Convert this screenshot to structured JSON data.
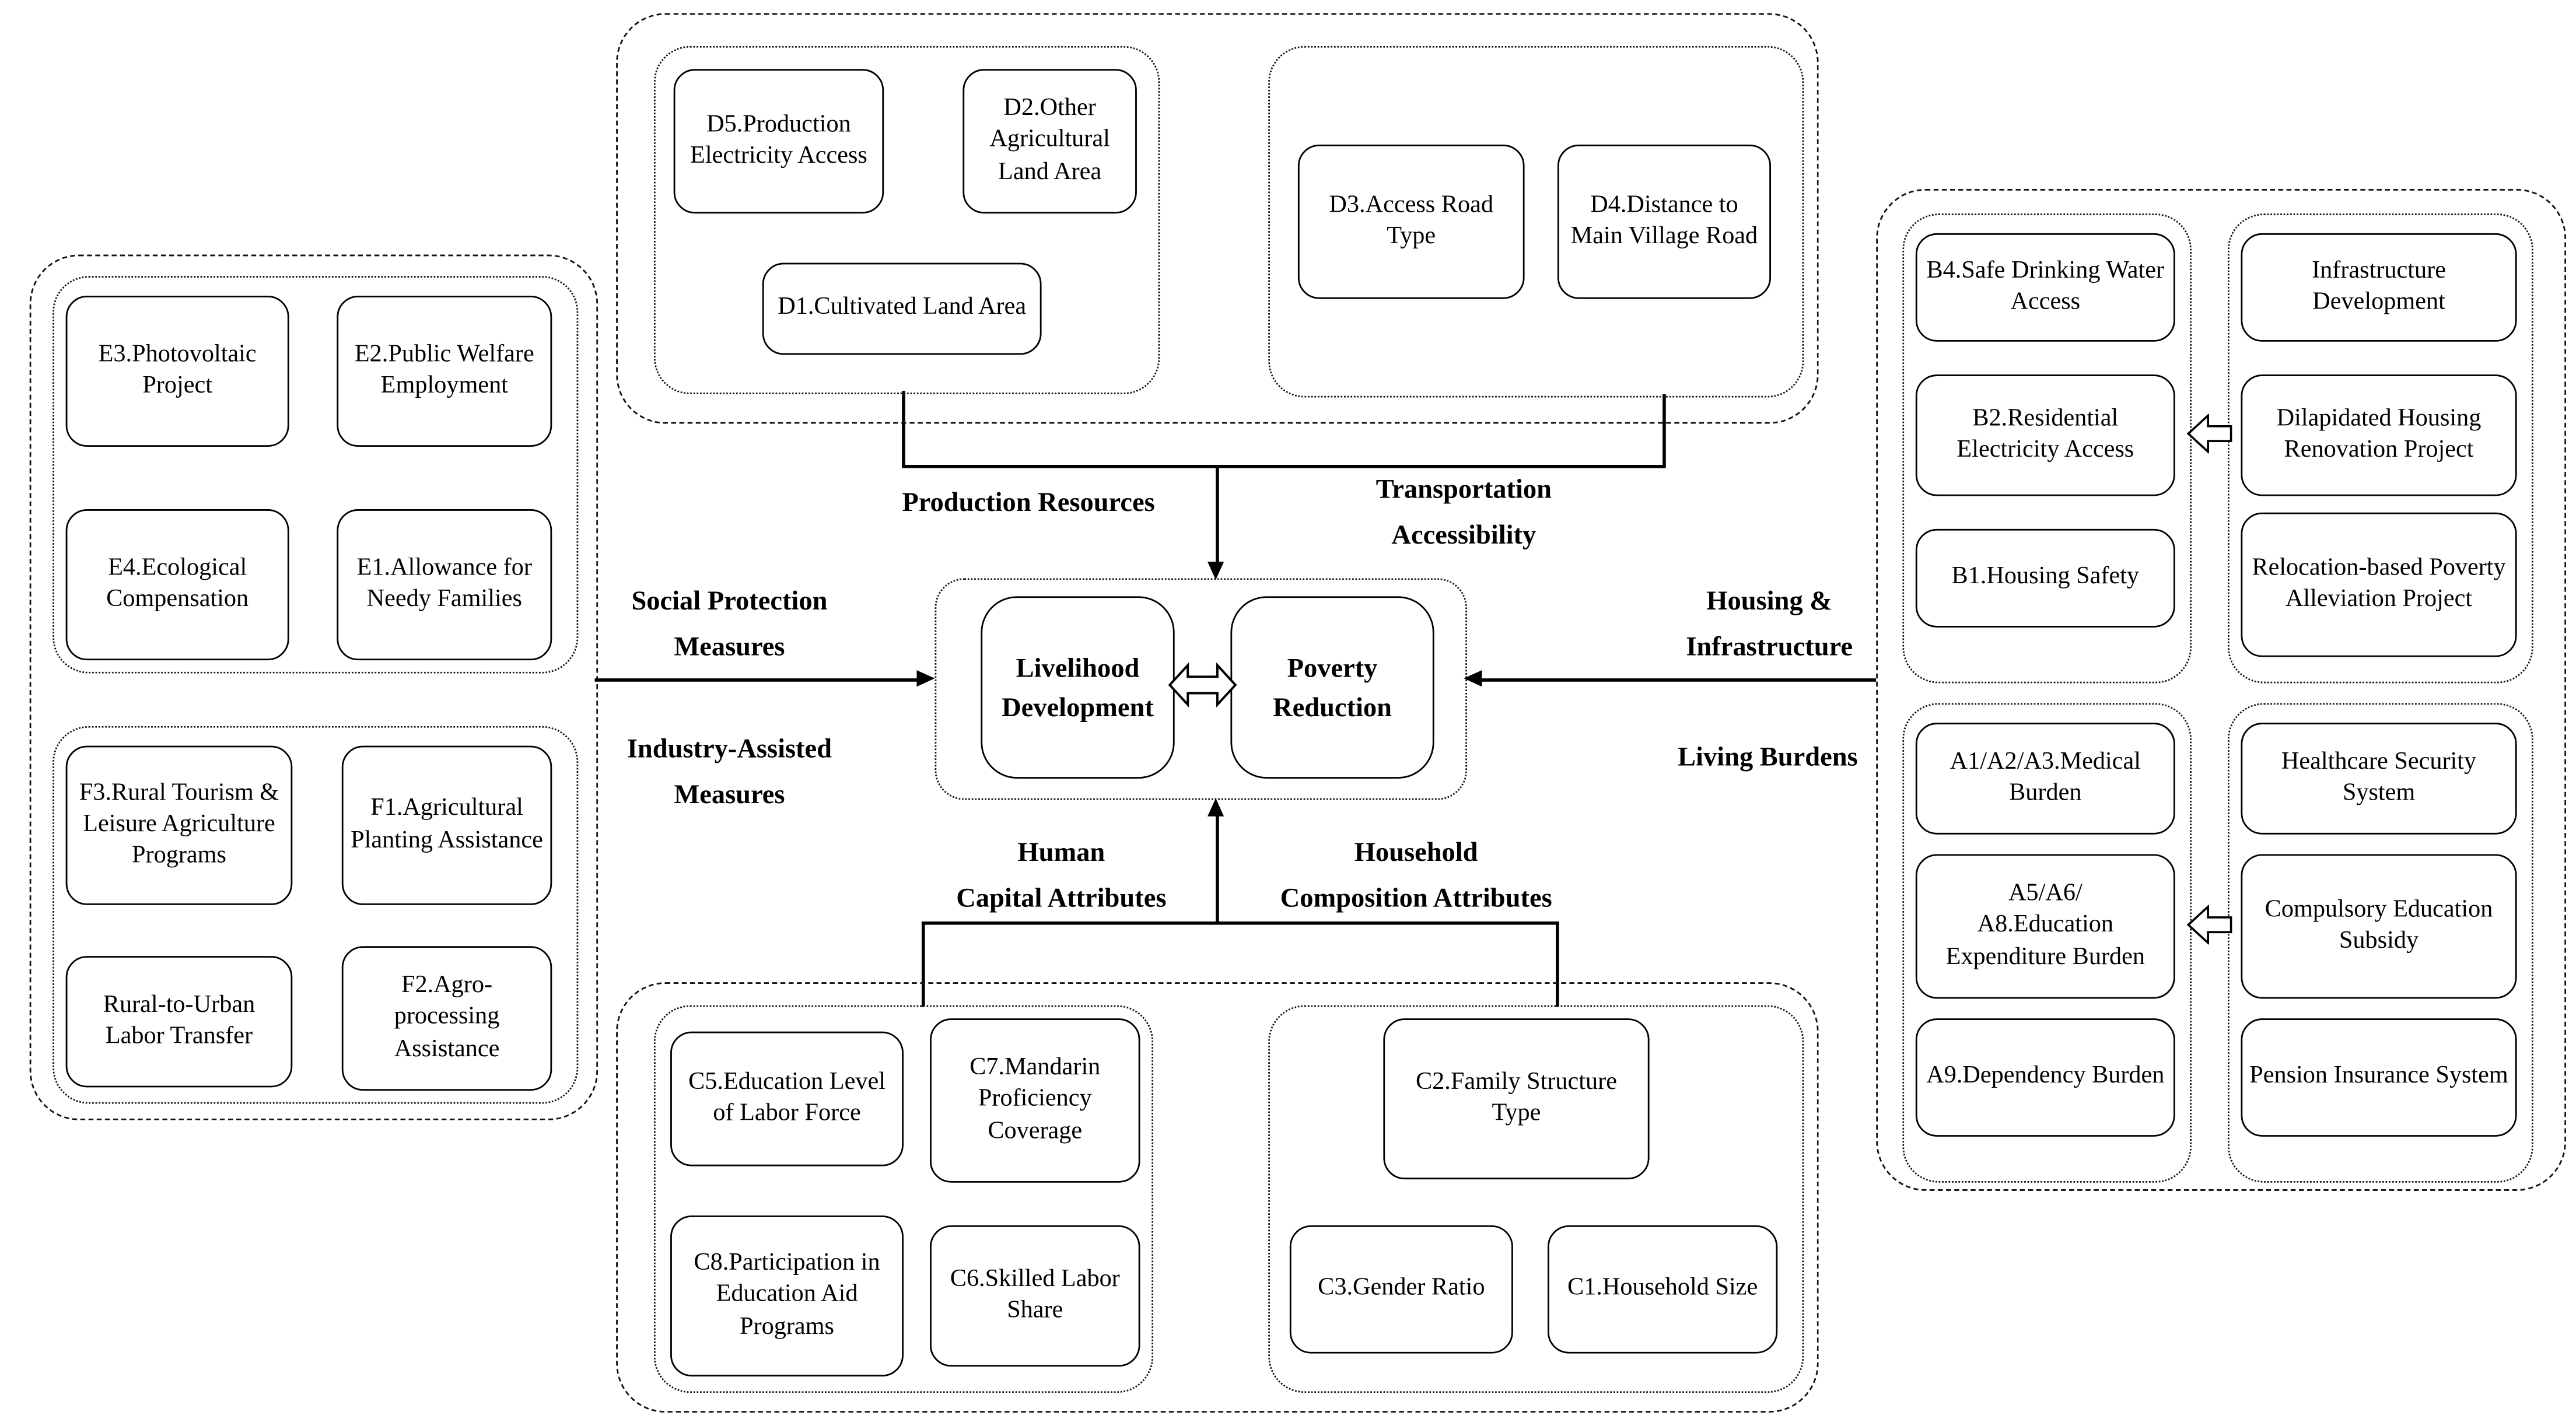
{
  "center": {
    "livelihood": "Livelihood\nDevelopment",
    "poverty": "Poverty\nReduction"
  },
  "labels": {
    "production_resources": "Production Resources",
    "transportation_accessibility": "Transportation\nAccessibility",
    "social_protection": "Social Protection\nMeasures",
    "industry_assisted": "Industry-Assisted\nMeasures",
    "housing_infrastructure": "Housing &\nInfrastructure",
    "living_burdens": "Living Burdens",
    "human_capital": "Human\nCapital Attributes",
    "household_composition": "Household\nComposition Attributes"
  },
  "groups": {
    "e": [
      "E3.Photovoltaic Project",
      "E2.Public Welfare Employment",
      "E4.Ecological Compensation",
      "E1.Allowance for Needy Families"
    ],
    "f": [
      "F3.Rural Tourism & Leisure Agriculture Programs",
      "F1.Agricultural Planting Assistance",
      "Rural-to-Urban Labor Transfer",
      "F2.Agro-processing Assistance"
    ],
    "d_production": [
      "D5.Production Electricity Access",
      "D2.Other Agricultural Land Area",
      "D1.Cultivated Land Area"
    ],
    "d_transport": [
      "D3.Access Road Type",
      "D4.Distance to Main Village Road"
    ],
    "b_indicators": [
      "B4.Safe Drinking Water Access",
      "B2.Residential Electricity Access",
      "B1.Housing Safety"
    ],
    "b_programs": [
      "Infrastructure Development",
      "Dilapidated Housing Renovation Project",
      "Relocation-based Poverty Alleviation Project"
    ],
    "a_indicators": [
      "A1/A2/A3.Medical Burden",
      "A5/A6/\nA8.Education Expenditure Burden",
      "A9.Dependency Burden"
    ],
    "a_programs": [
      "Healthcare Security System",
      "Compulsory Education Subsidy",
      "Pension Insurance System"
    ],
    "c_human": [
      "C5.Education Level of Labor Force",
      "C7.Mandarin Proficiency Coverage",
      "C8.Participation in Education Aid Programs",
      "C6.Skilled Labor Share"
    ],
    "c_household": [
      "C2.Family Structure Type",
      "C3.Gender Ratio",
      "C1.Household Size"
    ]
  },
  "colors": {
    "ink": "#000000",
    "background": "#ffffff"
  }
}
